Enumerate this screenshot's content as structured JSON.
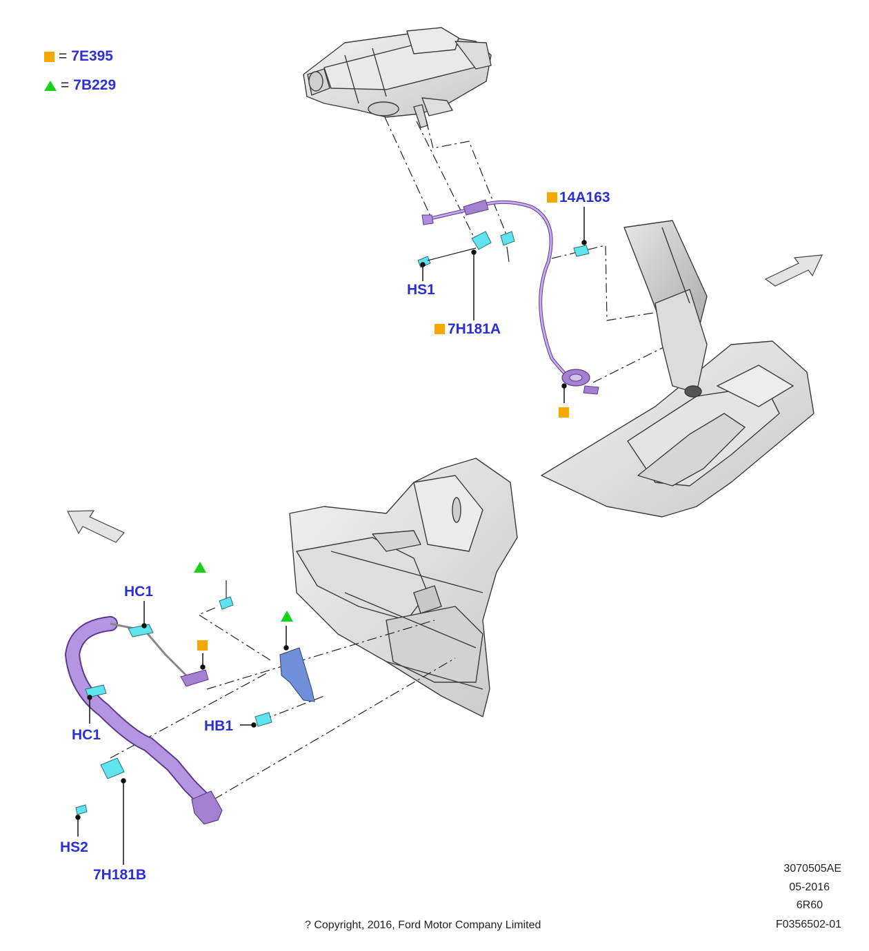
{
  "legend": [
    {
      "symbol": "orange-square",
      "equals": "=",
      "code": "7E395"
    },
    {
      "symbol": "green-triangle",
      "equals": "=",
      "code": "7B229"
    }
  ],
  "callouts": {
    "hs1": "HS1",
    "p7h181a": "7H181A",
    "p14a163": "14A163",
    "hc1_top": "HC1",
    "hc1_bottom": "HC1",
    "hb1": "HB1",
    "hs2": "HS2",
    "p7h181b": "7H181B"
  },
  "info": {
    "code": "3070505AE",
    "date": "05-2016",
    "model": "6R60",
    "figure": "F0356502-01"
  },
  "copyright": "? Copyright, 2016, Ford Motor Company Limited",
  "colors": {
    "label_blue": "#2b2fd6",
    "marker_orange": "#f5a800",
    "marker_green": "#19d119",
    "cable_purple": "#a57fd0",
    "clip_cyan": "#5fe3ee",
    "bracket_blue": "#6f8fd8"
  },
  "icons": [
    "direction-arrow-icon",
    "orange-square-icon",
    "green-triangle-icon"
  ]
}
